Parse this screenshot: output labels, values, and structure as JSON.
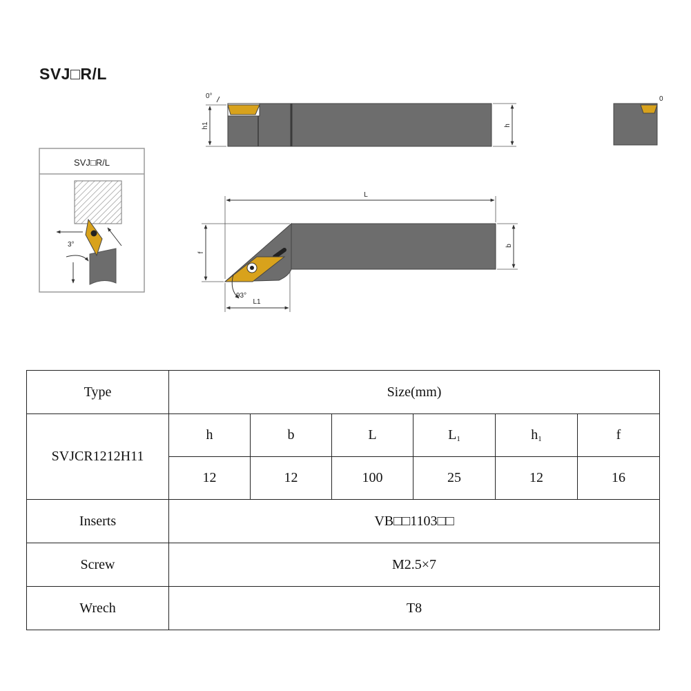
{
  "header": {
    "title": "SVJ□R/L"
  },
  "drawing": {
    "inset_title": "SVJ□R/L",
    "angle_clearance": "3°",
    "angle_top": "0°",
    "angle_end": "0",
    "angle_lead": "93°",
    "dim_h1": "h1",
    "dim_h": "h",
    "dim_L": "L",
    "dim_b": "b",
    "dim_f": "f",
    "dim_L1": "L1",
    "colors": {
      "body": "#6d6d6d",
      "insert": "#d8a21c",
      "line": "#333333"
    }
  },
  "table": {
    "type_header": "Type",
    "size_header": "Size(mm)",
    "columns": [
      {
        "base": "h",
        "sub": ""
      },
      {
        "base": "b",
        "sub": ""
      },
      {
        "base": "L",
        "sub": ""
      },
      {
        "base": "L",
        "sub": "1"
      },
      {
        "base": "h",
        "sub": "1"
      },
      {
        "base": "f",
        "sub": ""
      }
    ],
    "model": "SVJCR1212H11",
    "values": [
      "12",
      "12",
      "100",
      "25",
      "12",
      "16"
    ],
    "inserts_label": "Inserts",
    "inserts_value": "VB□□1103□□",
    "screw_label": "Screw",
    "screw_value": "M2.5×7",
    "wrench_label": "Wrech",
    "wrench_value": "T8"
  }
}
